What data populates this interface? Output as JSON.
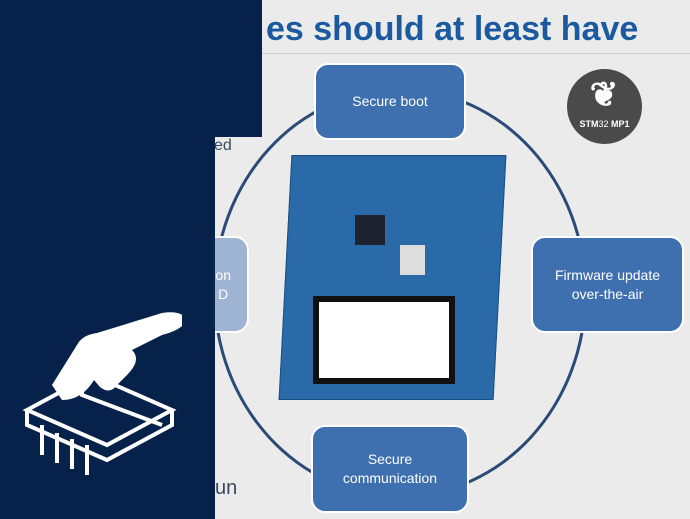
{
  "slide": {
    "title": "es should at least have",
    "nodes": {
      "top": "Secure boot",
      "right_line1": "Firmware update",
      "right_line2": "over-the-air",
      "bottom_line1": "Secure",
      "bottom_line2": "communication",
      "left_line1": "on",
      "left_line2": "D"
    },
    "logo": {
      "text_a": "STM",
      "text_b": "32",
      "text_c": " MP1"
    },
    "partial_left_top": "ed",
    "partial_left_bottom": "un"
  },
  "colors": {
    "navy": "#06224a",
    "box": "#3e6fae",
    "title": "#1c5aa0"
  },
  "icons": [
    "hand-touching-board-icon",
    "butterfly-logo-icon"
  ]
}
